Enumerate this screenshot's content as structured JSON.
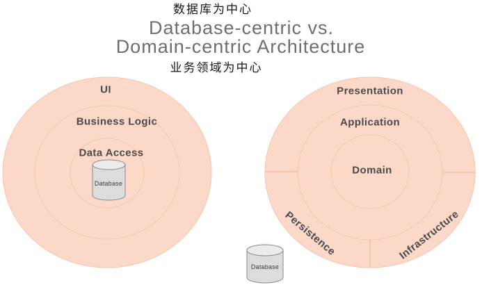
{
  "title": {
    "zh_top": "数据库为中心",
    "en_line1": "Database-centric vs.",
    "en_line2": "Domain-centric Architecture",
    "zh_bottom": "业务领域为中心"
  },
  "left_diagram": {
    "name": "Database-centric architecture",
    "outer_ring_label": "UI",
    "middle_ring_label": "Business Logic",
    "inner_ring_label": "Data Access",
    "database_label": "Database"
  },
  "right_diagram": {
    "name": "Domain-centric architecture",
    "outer_ring_top_label": "Presentation",
    "outer_ring_bottom_left_label": "Persistence",
    "outer_ring_bottom_right_label": "Infrastructure",
    "middle_ring_label": "Application",
    "inner_ring_label": "Domain",
    "database_label": "Database"
  },
  "colors": {
    "ring_fill": "#fcd8c9",
    "ring_stroke": "#f5c5ab",
    "divider_stroke": "#f0bfa3",
    "ring_label_text": "#4a4a4a",
    "title_en_text": "#6e6e6e",
    "title_zh_text": "#161616",
    "cylinder_body": "#dcdcdc",
    "cylinder_top": "#ebebeb",
    "cylinder_stroke": "#8a8a8a"
  }
}
